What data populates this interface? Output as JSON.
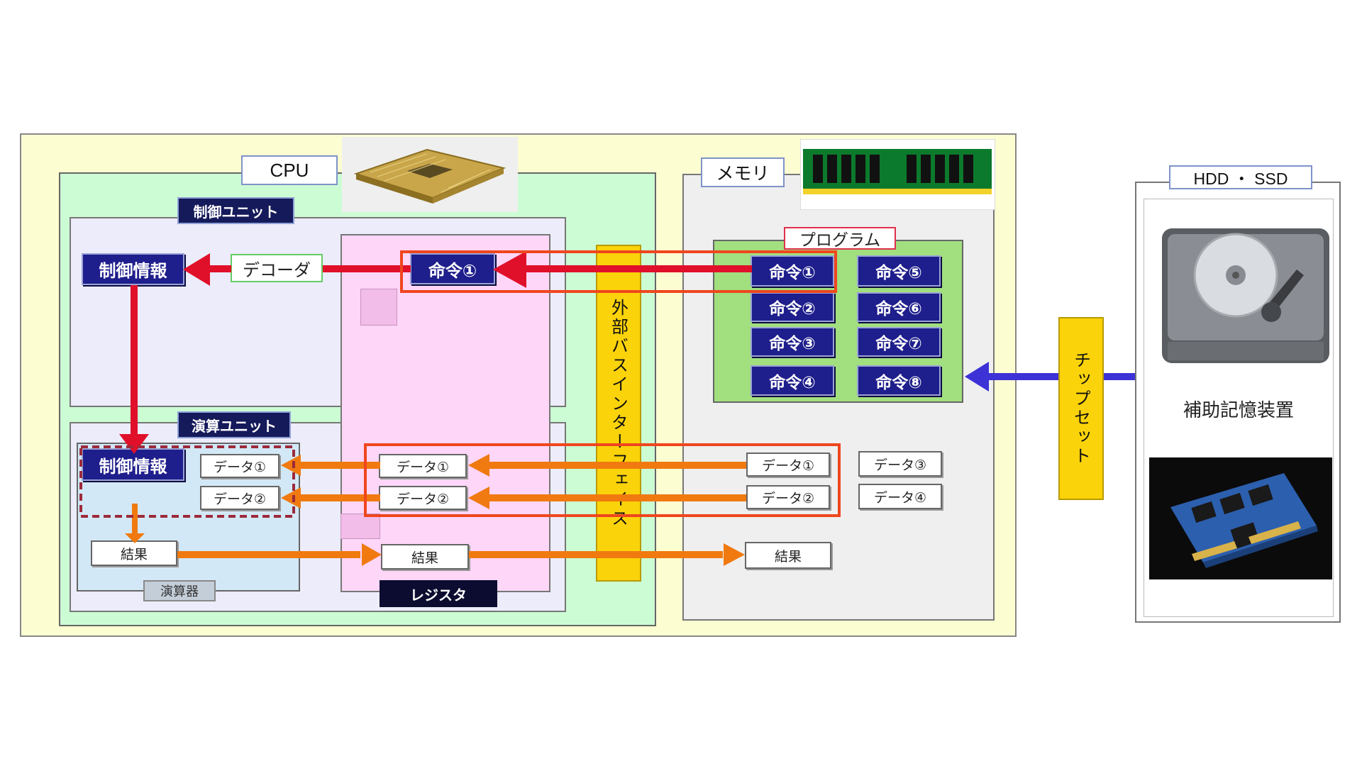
{
  "cpu": {
    "title": "CPU",
    "control_unit": {
      "tag": "制御ユニット",
      "control_info": "制御情報",
      "decoder": "デコーダ",
      "instruction": "命令①"
    },
    "alu_unit": {
      "tag": "演算ユニット",
      "control_info": "制御情報",
      "data": [
        "データ①",
        "データ②"
      ],
      "result": "結果",
      "alu_label": "演算器"
    },
    "register": {
      "label": "レジスタ",
      "data": [
        "データ①",
        "データ②"
      ],
      "result": "結果"
    }
  },
  "bus": {
    "label": "外部バスインターフェイス"
  },
  "memory": {
    "title": "メモリ",
    "program": {
      "label": "プログラム",
      "instructions": [
        "命令①",
        "命令②",
        "命令③",
        "命令④",
        "命令⑤",
        "命令⑥",
        "命令⑦",
        "命令⑧"
      ]
    },
    "data": [
      "データ①",
      "データ②",
      "データ③",
      "データ④"
    ],
    "result": "結果"
  },
  "chipset": {
    "label": "チップセット"
  },
  "storage": {
    "title": "HDD ・ SSD",
    "caption": "補助記憶装置"
  },
  "colors": {
    "red_arrow": "#e0102a",
    "orange_arrow": "#f07a10",
    "blue_arrow": "#3c32d6",
    "highlight": "#f0461e",
    "navy": "#1e1e8c",
    "bus_yellow": "#fbd30a"
  }
}
